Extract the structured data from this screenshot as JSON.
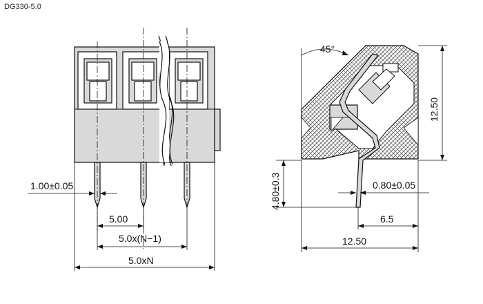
{
  "header": {
    "part_number": "DG330-5.0"
  },
  "front_view": {
    "dimensions": {
      "pin_width": "1.00±0.05",
      "pitch": "5.00",
      "pitch_span": "5.0x(N−1)",
      "overall_width": "5.0xN"
    }
  },
  "side_view": {
    "dimensions": {
      "angle": "45°",
      "height": "12.50",
      "pin_length": "4.80±0.3",
      "pin_thickness": "0.80±0.05",
      "pin_offset": "6.5",
      "depth": "12.50"
    }
  }
}
